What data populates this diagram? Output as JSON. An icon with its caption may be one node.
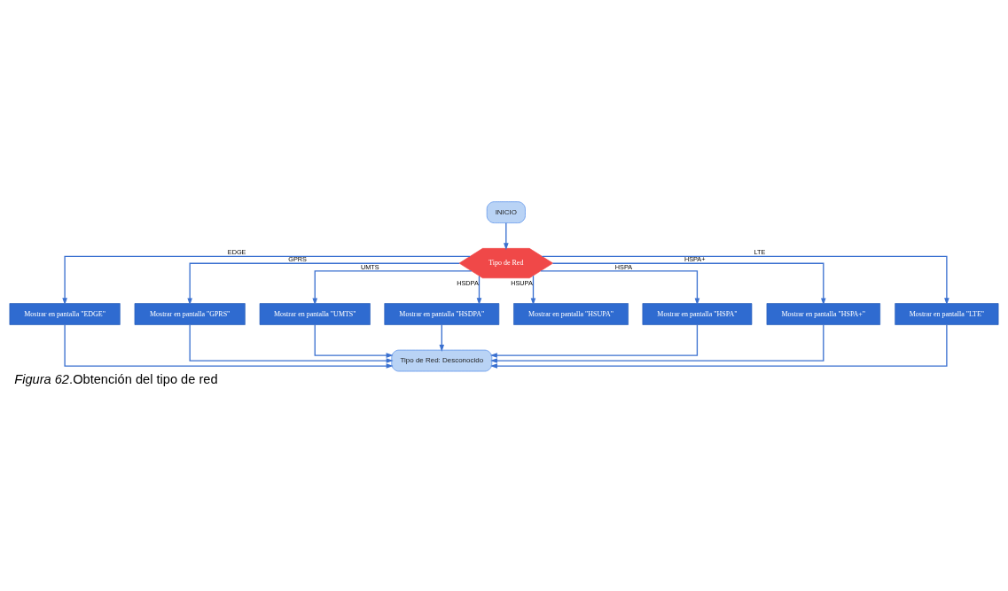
{
  "diagram": {
    "caption": "*Figura 62*.Obtención del tipo de red",
    "nodes": [
      {
        "text": [
          "INICIO"
        ]
      },
      {
        "text": [
          "Tipo de Red"
        ]
      },
      {
        "text": [
          "Mostrar en pantalla \"EDGE\""
        ]
      },
      {
        "text": [
          "Mostrar en pantalla \"GPRS\""
        ]
      },
      {
        "text": [
          "Mostrar en pantalla \"UMTS\""
        ]
      },
      {
        "text": [
          "Mostrar en pantalla \"HSDPA\""
        ]
      },
      {
        "text": [
          "Mostrar en pantalla \"HSUPA\""
        ]
      },
      {
        "text": [
          "Mostrar en pantalla \"HSPA\""
        ]
      },
      {
        "text": [
          "Mostrar en pantalla \"HSPA+\""
        ]
      },
      {
        "text": [
          "Mostrar en pantalla \"LTE\""
        ]
      },
      {
        "text": [
          "Tipo de Red: Desconocido"
        ]
      }
    ],
    "edges": [
      {
        "from": 0,
        "to": 1,
        "arrow": "to"
      },
      {
        "from": 1,
        "to": 2,
        "arrow": "to",
        "label": "EDGE"
      },
      {
        "from": 1,
        "to": 3,
        "arrow": "to",
        "label": "GPRS"
      },
      {
        "from": 1,
        "to": 4,
        "arrow": "to",
        "label": "UMTS"
      },
      {
        "from": 1,
        "to": 5,
        "arrow": "to",
        "label": "HSDPA"
      },
      {
        "from": 1,
        "to": 6,
        "arrow": "to",
        "label": "HSUPA"
      },
      {
        "from": 1,
        "to": 7,
        "arrow": "to",
        "label": "HSPA"
      },
      {
        "from": 1,
        "to": 8,
        "arrow": "to",
        "label": "HSPA+"
      },
      {
        "from": 1,
        "to": 9,
        "arrow": "to",
        "label": "LTE"
      },
      {
        "from": 2,
        "to": 10,
        "arrow": "to"
      },
      {
        "from": 3,
        "to": 10,
        "arrow": "to"
      },
      {
        "from": 4,
        "to": 10,
        "arrow": "to"
      },
      {
        "from": 5,
        "to": 10,
        "arrow": "to"
      },
      {
        "from": 7,
        "to": 10,
        "arrow": "to"
      },
      {
        "from": 8,
        "to": 10,
        "arrow": "to"
      },
      {
        "from": 9,
        "to": 10,
        "arrow": "to"
      }
    ]
  }
}
